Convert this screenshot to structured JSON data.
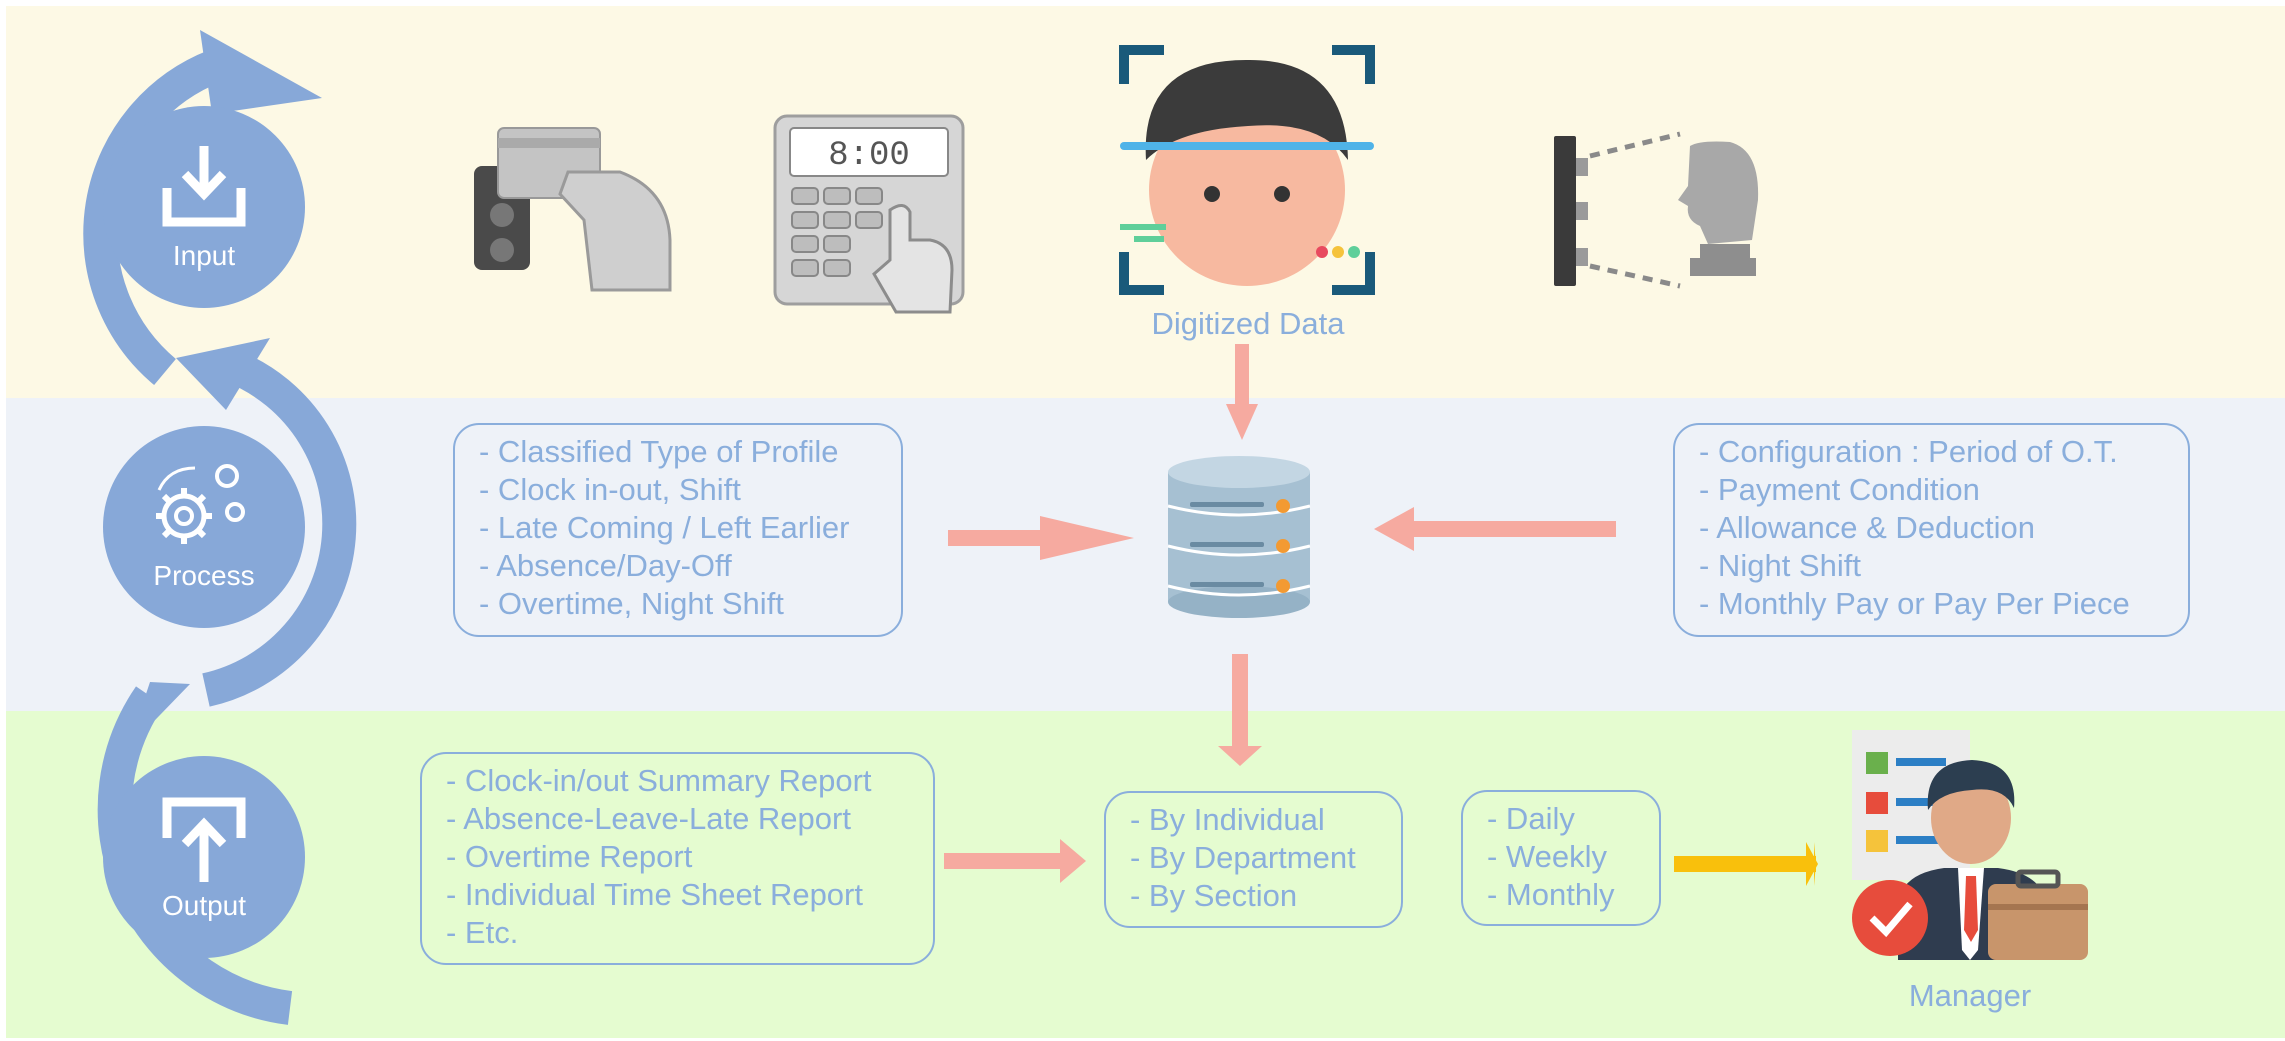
{
  "stages": {
    "input": "Input",
    "process": "Process",
    "output": "Output"
  },
  "input_devices": {
    "digitized_caption": "Digitized Data",
    "clock_display": "8:00"
  },
  "process_left_box": [
    "- Classified Type of Profile",
    "- Clock in-out, Shift",
    "- Late Coming / Left Earlier",
    "- Absence/Day-Off",
    "- Overtime, Night Shift"
  ],
  "process_right_box": [
    "- Configuration : Period of O.T.",
    "- Payment Condition",
    "- Allowance & Deduction",
    "- Night Shift",
    "- Monthly Pay or Pay Per Piece"
  ],
  "output_reports_box": [
    "- Clock-in/out Summary Report",
    "- Absence-Leave-Late Report",
    "- Overtime Report",
    "- Individual Time Sheet Report",
    "- Etc."
  ],
  "output_grouping_box": [
    "- By Individual",
    "- By Department",
    "- By Section"
  ],
  "output_period_box": [
    "- Daily",
    "- Weekly",
    "- Monthly"
  ],
  "manager_caption": "Manager",
  "colors": {
    "stage_blue": "#87a8d8",
    "arrow_pink": "#f6aaa0",
    "arrow_yellow": "#f9c00c",
    "text_blue": "#8aaedc"
  },
  "icons": {
    "card_reader": "card-reader-icon",
    "keypad_clock": "keypad-time-clock-icon",
    "face_scan": "face-scan-icon",
    "face_recognition": "face-recognition-icon",
    "database": "database-icon",
    "manager": "manager-icon"
  }
}
